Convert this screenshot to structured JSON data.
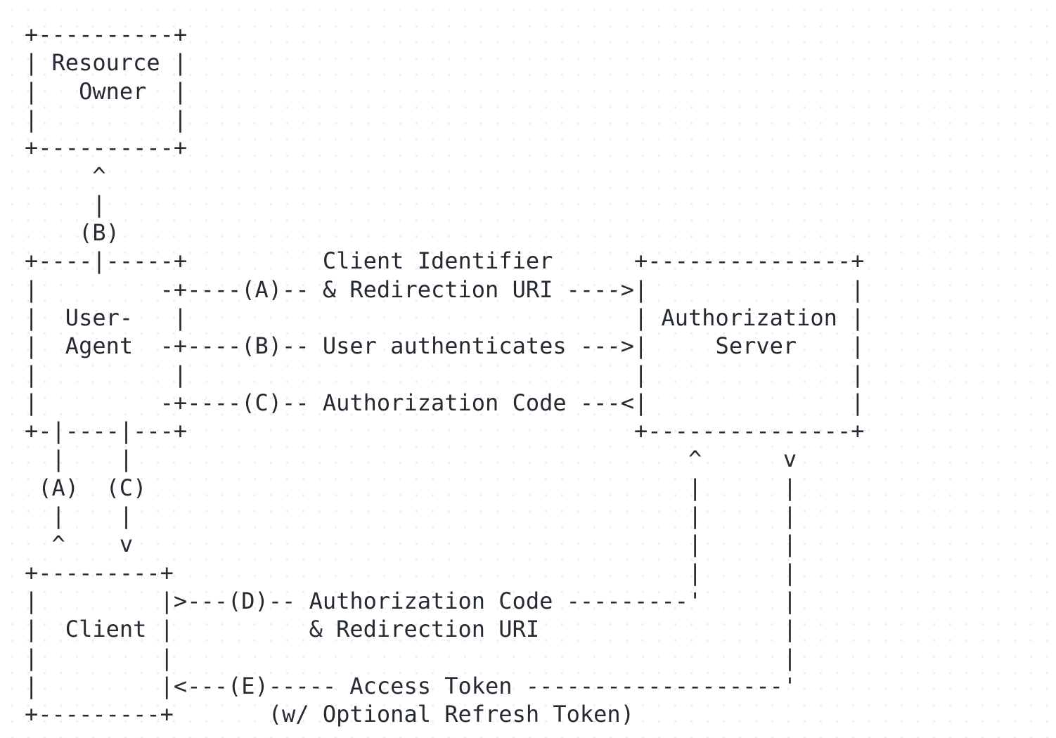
{
  "page": {
    "background_color": "#ffffff",
    "dot_grid_color": "#e8ebee",
    "text_color": "#262b33"
  },
  "diagram": {
    "type": "ascii-flow-diagram",
    "lines": [
      "+----------+",
      "| Resource |",
      "|   Owner  |",
      "|          |",
      "+----------+",
      "     ^",
      "     |",
      "    (B)",
      "+----|-----+          Client Identifier      +---------------+",
      "|         -+----(A)-- & Redirection URI ---->|               |",
      "|  User-   |                                 | Authorization |",
      "|  Agent  -+----(B)-- User authenticates --->|     Server    |",
      "|          |                                 |               |",
      "|         -+----(C)-- Authorization Code ---<|               |",
      "+-|----|---+                                 +---------------+",
      "  |    |                                         ^      v",
      " (A)  (C)                                        |      |",
      "  |    |                                         |      |",
      "  ^    v                                         |      |",
      "+---------+                                      |      |",
      "|         |>---(D)-- Authorization Code ---------'      |",
      "|  Client |          & Redirection URI                  |",
      "|         |                                             |",
      "|         |<---(E)----- Access Token -------------------'",
      "+---------+       (w/ Optional Refresh Token)"
    ],
    "entities": [
      {
        "label": "Resource Owner"
      },
      {
        "label": "User-Agent"
      },
      {
        "label": "Authorization Server"
      },
      {
        "label": "Client"
      }
    ],
    "steps": [
      {
        "id": "(A)",
        "label_lines": [
          "Client Identifier",
          "& Redirection URI"
        ]
      },
      {
        "id": "(B)",
        "label_lines": [
          "User authenticates"
        ]
      },
      {
        "id": "(C)",
        "label_lines": [
          "Authorization Code"
        ]
      },
      {
        "id": "(D)",
        "label_lines": [
          "Authorization Code",
          "& Redirection URI"
        ]
      },
      {
        "id": "(E)",
        "label_lines": [
          "Access Token",
          "(w/ Optional Refresh Token)"
        ]
      }
    ]
  }
}
